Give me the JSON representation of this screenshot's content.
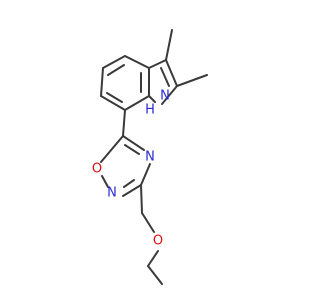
{
  "colors": {
    "bond": "#3a3a3a",
    "nitrogen": "#2a2ad4",
    "oxygen": "#e01010",
    "background": "#ffffff"
  },
  "atoms": {
    "indole_nh": {
      "label": "H",
      "label_n": "N",
      "element": "N"
    },
    "oxadiazole_n_right": {
      "label": "N",
      "element": "N"
    },
    "oxadiazole_o": {
      "label": "O",
      "element": "O"
    },
    "oxadiazole_n_bottom": {
      "label": "N",
      "element": "N"
    },
    "ether_o": {
      "label": "O",
      "element": "O"
    }
  }
}
